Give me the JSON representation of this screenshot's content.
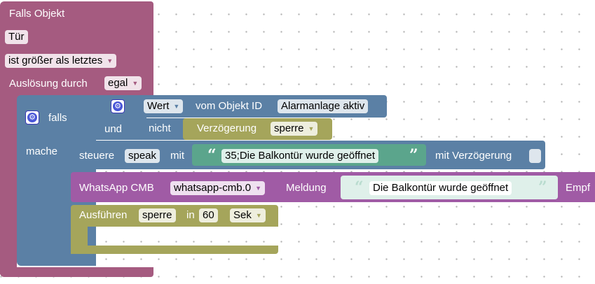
{
  "trigger": {
    "header": "Falls Objekt",
    "object": "Tür",
    "condition": "ist größer als letztes",
    "trigger_label": "Auslösung durch",
    "trigger_value": "egal"
  },
  "if_block": {
    "falls_label": "falls",
    "mache_label": "mache",
    "and_label": "und",
    "value_dropdown": "Wert",
    "of_object_label": "vom Objekt ID",
    "object_id": "Alarmanlage aktiv",
    "not_label": "nicht",
    "delay_label": "Verzögerung",
    "delay_dropdown": "sperre"
  },
  "control_block": {
    "label": "steuere",
    "target": "speak",
    "with_label": "mit",
    "text": "35;Die Balkontür wurde geöffnet",
    "delay_label": "mit Verzögerung"
  },
  "whatsapp_block": {
    "label": "WhatsApp CMB",
    "instance": "whatsapp-cmb.0",
    "message_label": "Meldung",
    "message": "Die Balkontür wurde geöffnet",
    "recipient_label": "Empf"
  },
  "execute_block": {
    "label": "Ausführen",
    "target": "sperre",
    "in_label": "in",
    "amount": "60",
    "unit": "Sek"
  },
  "colors": {
    "trigger": "#a55b80",
    "logic": "#5b80a5",
    "timer": "#a5a55b",
    "text": "#5ba58c",
    "whatsapp": "#a05ba5"
  }
}
